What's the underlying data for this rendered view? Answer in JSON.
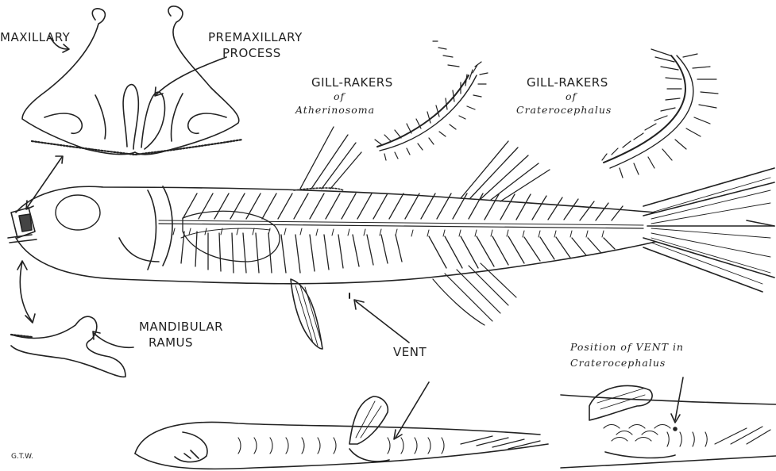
{
  "labels": {
    "maxillary": "MAXILLARY",
    "premax_line1": "PREMAXILLARY",
    "premax_line2": "PROCESS",
    "gill_a_title": "GILL-RAKERS",
    "gill_a_of": "of",
    "gill_a_genus": "Atherinosoma",
    "gill_c_title": "GILL-RAKERS",
    "gill_c_of": "of",
    "gill_c_genus": "Craterocephalus",
    "mandibular_line1": "MANDIBULAR",
    "mandibular_line2": "RAMUS",
    "vent": "VENT",
    "position_line1": "Position of VENT in",
    "position_line2": "Craterocephalus",
    "signature": "G.T.W."
  },
  "colors": {
    "ink": "#222222",
    "paper": "#ffffff"
  }
}
